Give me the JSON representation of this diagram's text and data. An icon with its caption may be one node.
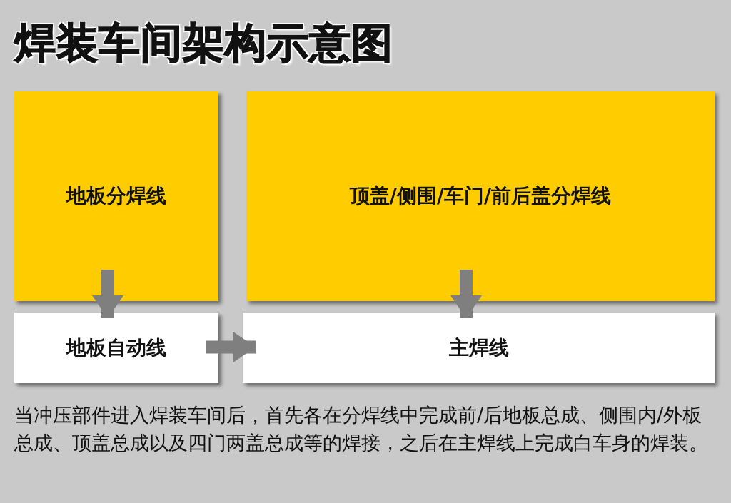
{
  "diagram": {
    "title": "焊装车间架构示意图",
    "nodes": [
      {
        "text": [
          "地板分焊线"
        ]
      },
      {
        "text": [
          "顶盖/侧围/车门/前后盖分焊线"
        ]
      },
      {
        "text": [
          "地板自动线"
        ]
      },
      {
        "text": [
          "主焊线"
        ]
      }
    ],
    "edges": [
      {
        "from": 0,
        "to": 2,
        "arrow": "to"
      },
      {
        "from": 1,
        "to": 3,
        "arrow": "to"
      },
      {
        "from": 2,
        "to": 3,
        "arrow": "to"
      }
    ],
    "caption": "当冲压部件进入焊装车间后，首先各在分焊线中完成前/后地板总成、侧围内/外板总成、顶盖总成以及四门两盖总成等的焊接，之后在主焊线上完成白车身的焊装。"
  }
}
